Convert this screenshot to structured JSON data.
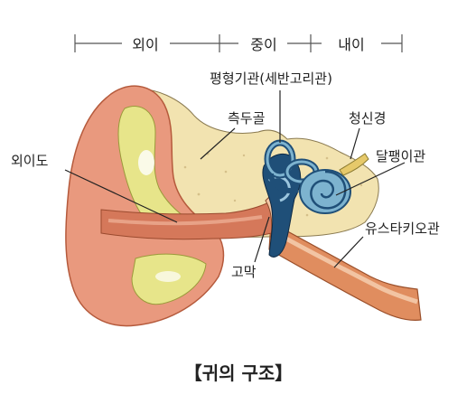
{
  "sections": {
    "outer": "외이",
    "middle": "중이",
    "inner": "내이"
  },
  "labels": {
    "semicircular": "평형기관(세반고리관)",
    "temporal_bone": "측두골",
    "nerve": "청신경",
    "cochlea": "달팽이관",
    "ear_canal": "외이도",
    "eustachian": "유스타키오관",
    "eardrum": "고막"
  },
  "caption": "【귀의 구조】",
  "colors": {
    "skin": "#e9997e",
    "skin_dark": "#c86a4d",
    "bone": "#f2e3b0",
    "cartilage": "#e7e58a",
    "middle_ear": "#1f4f78",
    "inner_ear": "#7db3cf",
    "eustachian": "#e08d5f",
    "nerve": "#e6c96a"
  }
}
